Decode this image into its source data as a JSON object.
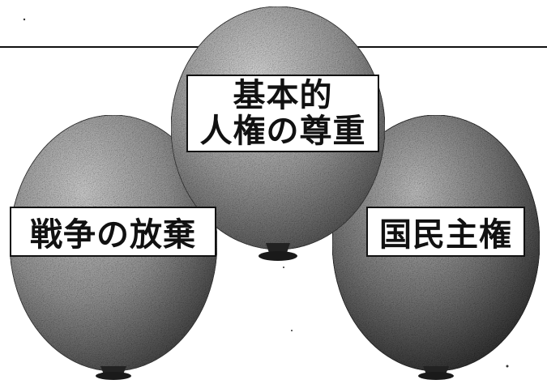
{
  "balloons": {
    "center": {
      "line1": "基本的",
      "line2": "人権の尊重"
    },
    "left": {
      "label": "戦争の放棄"
    },
    "right": {
      "label": "国民主権"
    }
  },
  "colors": {
    "balloon_light": "#cfcfcf",
    "balloon_mid": "#8a8a8a",
    "balloon_dark": "#3a3a3a",
    "ink": "#111111"
  }
}
